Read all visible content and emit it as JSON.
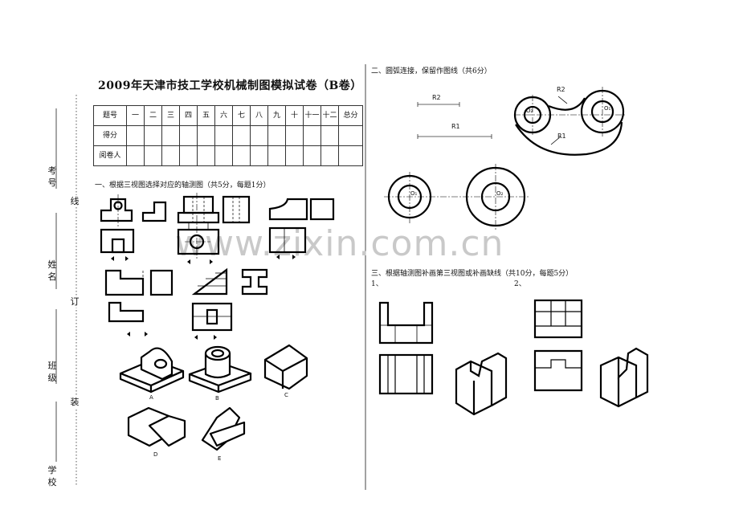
{
  "title": "2009年天津市技工学校机械制图模拟试卷（B卷）",
  "binding_margin": {
    "exam_no_label": "考号",
    "name_label": "姓名",
    "class_label": "班级",
    "school_label": "学校",
    "line_char": "线",
    "order_char": "订",
    "bind_char": "装"
  },
  "score_table": {
    "header": [
      "题号",
      "一",
      "二",
      "三",
      "四",
      "五",
      "六",
      "七",
      "八",
      "九",
      "十",
      "十一",
      "十二",
      "总分"
    ],
    "row_labels": [
      "得分",
      "阅卷人"
    ]
  },
  "sections": {
    "s1": "一、根据三视图选择对应的轴测图（共5分，每题1分）",
    "s2": "二、圆弧连接，保留作图线（共6分）",
    "s3": "三、根据轴测图补画第三视图或补画缺线（共10分，每题5分）",
    "q1": "1、",
    "q2": "2、"
  },
  "iso_labels": [
    "A",
    "B",
    "C",
    "D",
    "E"
  ],
  "dims": {
    "r2": "R2",
    "r1": "R1",
    "o1": "O₁",
    "o2": "O₂"
  },
  "watermark": "www.zixin.com.cn"
}
